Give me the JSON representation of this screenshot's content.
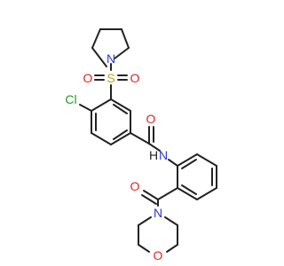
{
  "colors": {
    "bond": "#222222",
    "N": "#2b39d6",
    "O": "#e4231c",
    "S": "#b8a21a",
    "Cl": "#1f9e1f"
  },
  "atoms": {
    "n_pyrrolidine": "N",
    "s_sulfonyl": "S",
    "o_sulfonyl_left": "O",
    "o_sulfonyl_right": "O",
    "cl": "Cl",
    "o_amide": "O",
    "n_amide": "N",
    "h_amide": "H",
    "o_ketone": "O",
    "n_morpholine": "N",
    "o_morpholine": "O"
  }
}
